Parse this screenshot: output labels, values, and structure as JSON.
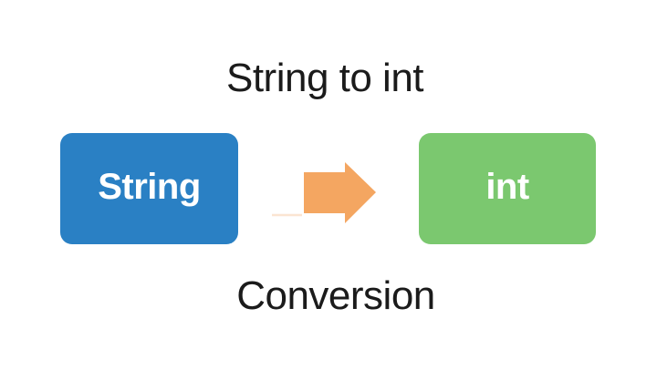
{
  "title": "String to int",
  "subtitle": "Conversion",
  "diagram": {
    "source_box": {
      "label": "String"
    },
    "target_box": {
      "label": "int"
    },
    "arrow": {
      "icon": "right-arrow-icon",
      "direction": "right"
    }
  },
  "colors": {
    "background": "#ffffff",
    "text": "#1b1b1b",
    "box_text": "#ffffff",
    "source_box": "#2a80c4",
    "target_box": "#7bc86f",
    "arrow": "#f4a661"
  }
}
